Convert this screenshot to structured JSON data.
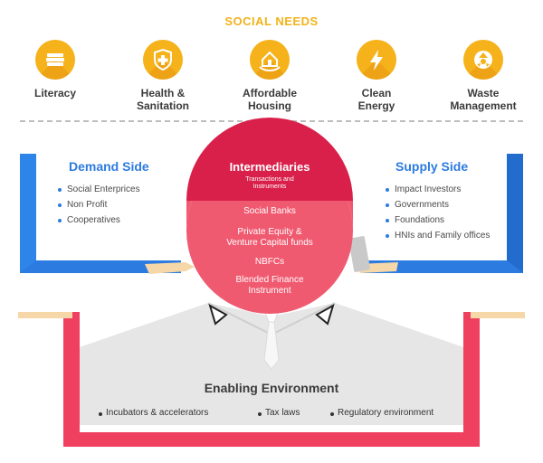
{
  "title": "SOCIAL NEEDS",
  "needs": [
    {
      "label": "Literacy",
      "icon": "books-icon"
    },
    {
      "label": "Health &\nSanitation",
      "icon": "shield-cross-icon"
    },
    {
      "label": "Affordable\nHousing",
      "icon": "house-hands-icon"
    },
    {
      "label": "Clean\nEnergy",
      "icon": "lightning-icon"
    },
    {
      "label": "Waste\nManagement",
      "icon": "recycle-icon"
    }
  ],
  "demand": {
    "title": "Demand Side",
    "items": [
      "Social Enterprices",
      "Non Profit",
      "Cooperatives"
    ]
  },
  "supply": {
    "title": "Supply Side",
    "items": [
      "Impact Investors",
      "Governments",
      "Foundations",
      "HNIs and Family offices"
    ]
  },
  "intermediaries": {
    "title": "Intermediaries",
    "subtitle": "Transactions and\nInstruments",
    "items": [
      "Social Banks",
      "Private Equity &\nVenture Capital funds",
      "NBFCs",
      "Blended Finance\nInstrument"
    ]
  },
  "enabling": {
    "title": "Enabling Environment",
    "items": [
      "Incubators & accelerators",
      "Tax laws",
      "Regulatory environment"
    ]
  },
  "colors": {
    "accent": "#f5b21a",
    "blue": "#2c7be0",
    "red": "#f04060",
    "dark_red": "#d9204a"
  }
}
